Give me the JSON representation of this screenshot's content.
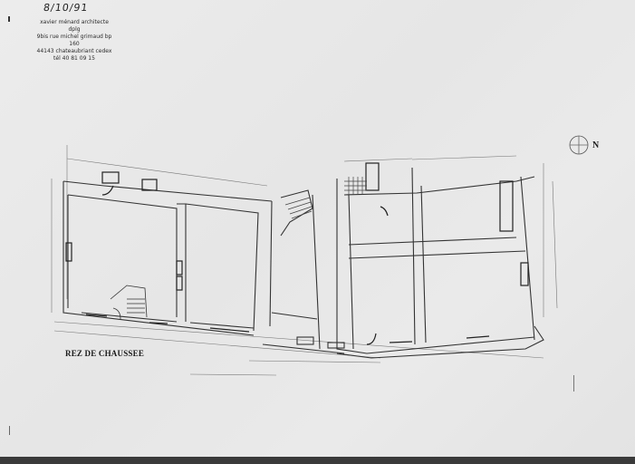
{
  "document": {
    "reference_number": "8/10/91",
    "architect_block": {
      "line1": "xavier ménard  architecte dplg",
      "line2": "9bis rue michel grimaud bp 160",
      "line3": "44143 chateaubriant cedex",
      "line4": "tél 40 81 09 15"
    },
    "drawing_title": "REZ DE CHAUSSEE",
    "north_arrow_label": "N"
  },
  "colors": {
    "paper": "#e9e9e9",
    "ink": "#2b2b2b",
    "edge": "#3a3a3a"
  }
}
